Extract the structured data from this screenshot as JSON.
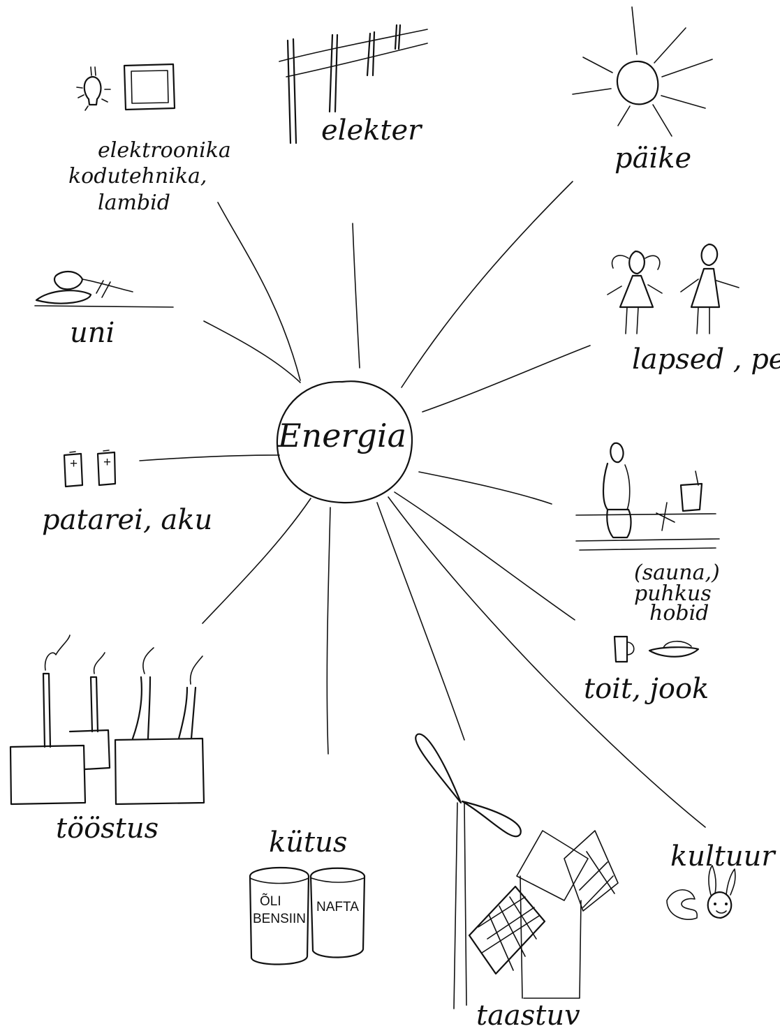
{
  "center": {
    "label": "Energia"
  },
  "nodes": {
    "elekter": "elekter",
    "paike": "päike",
    "elektroonika": [
      "elektroonika",
      "kodutehnika,",
      "lambid"
    ],
    "uni": "uni",
    "lapsed": "lapsed , pere",
    "patarei": "patarei, aku",
    "sauna": [
      "(sauna,)",
      "puhkus",
      "hobid"
    ],
    "toit": "toit, jook",
    "toostus": "tööstus",
    "kutus": "kütus",
    "taastuv": "taastuv",
    "kultuur": "kultuur"
  },
  "canisters": {
    "left": [
      "ÕLI",
      "BENSIIN"
    ],
    "right": "NAFTA"
  }
}
